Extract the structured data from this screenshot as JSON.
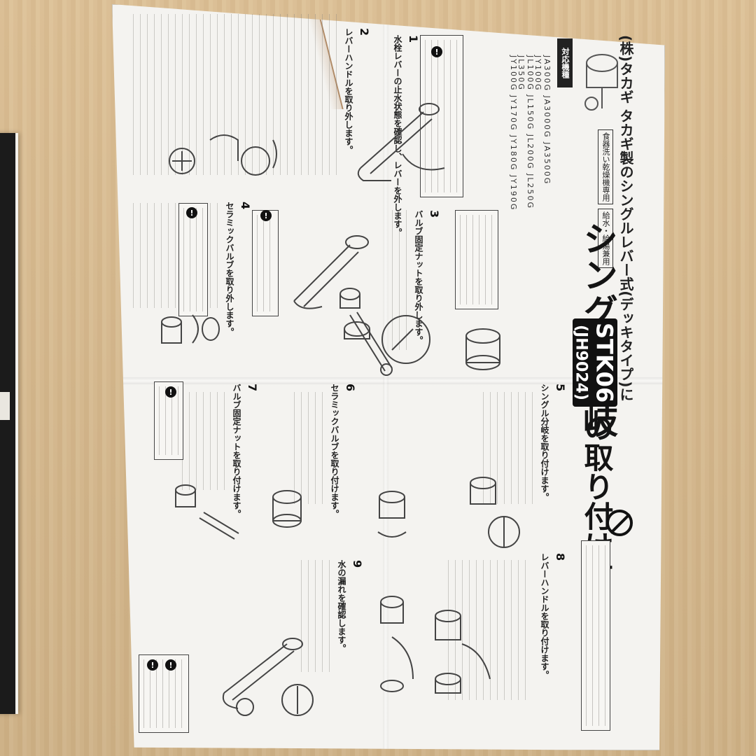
{
  "sheet": {
    "maker": "(株)タカギ",
    "intro": "タカギ製のシングルレバー式(デッキタイプ)に",
    "title": "シングル分岐",
    "model_code": "STK06",
    "model_sub": "(JH9024)",
    "title_tail": "の取り付け方",
    "chips": [
      "食器洗い乾燥機専用",
      "給水・給湯兼用"
    ],
    "model_label": "対応機種",
    "model_columns": [
      "JA300G JA3000G JA3500G JY100G",
      "JL100G JL150G JL200G JL250G JL350G",
      "JY100G JY170G JY180G JY190G"
    ],
    "steps": [
      {
        "num": "1",
        "head": "水栓レバーの止水状態を確認し、レバーを外します。"
      },
      {
        "num": "2",
        "head": "レバーハンドルを取り外します。"
      },
      {
        "num": "3",
        "head": "バルブ固定ナットを取り外します。"
      },
      {
        "num": "4",
        "head": "セラミックバルブを取り外します。"
      },
      {
        "num": "5",
        "head": "シングル分岐を取り付けます。"
      },
      {
        "num": "6",
        "head": "セラミックバルブを取り付けます。"
      },
      {
        "num": "7",
        "head": "バルブ固定ナットを取り付けます。"
      },
      {
        "num": "8",
        "head": "レバーハンドルを取り付けます。"
      },
      {
        "num": "9",
        "head": "水の漏れを確認します。"
      }
    ]
  },
  "icons": {
    "caution": "!",
    "prohibit": "prohibit-icon"
  }
}
